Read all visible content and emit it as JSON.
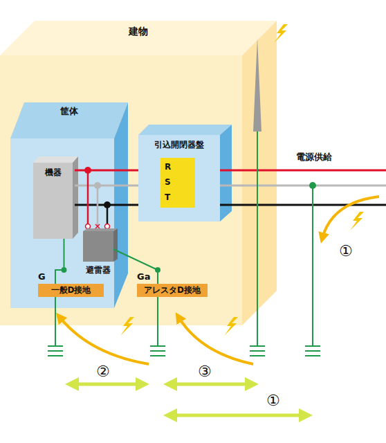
{
  "diagram": {
    "nodes": [
      {
        "text": [
          "建物"
        ]
      },
      {
        "text": [
          "筐体"
        ],
        "in": 0
      },
      {
        "text": [
          "機器"
        ],
        "in": 1
      },
      {
        "text": [
          "避雷器"
        ],
        "in": 1
      },
      {
        "text": [
          "引込開閉器盤"
        ],
        "in": 0
      },
      {
        "text": [
          "R",
          "S",
          "T"
        ],
        "in": 4
      },
      {
        "text": [
          "G",
          "一般D接地"
        ],
        "in": 0
      },
      {
        "text": [
          "Ga",
          "アレスタD接地"
        ],
        "in": 0
      }
    ],
    "edges": [
      {
        "from": 2,
        "to": 6,
        "arrow": "none"
      },
      {
        "from": 3,
        "to": 7,
        "arrow": "none"
      }
    ],
    "labels": [
      "電源供給",
      "①",
      "②",
      "③",
      "①"
    ]
  }
}
